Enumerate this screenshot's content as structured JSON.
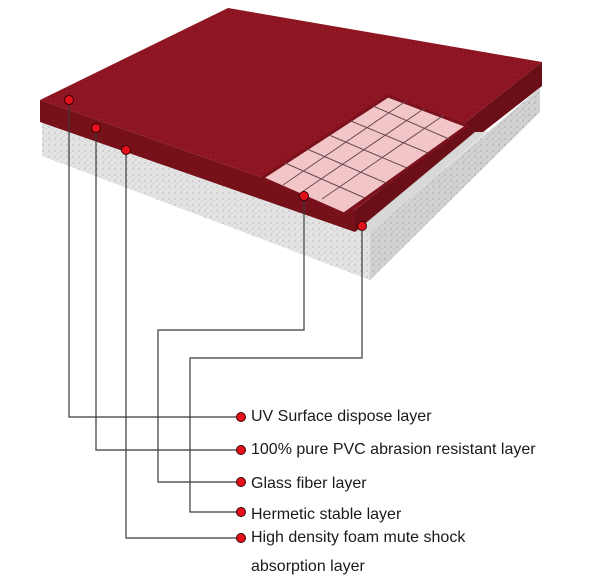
{
  "layers": [
    {
      "label": "UV Surface dispose layer"
    },
    {
      "label": "100% pure PVC abrasion resistant layer"
    },
    {
      "label": "Glass fiber layer"
    },
    {
      "label": "Hermetic stable layer"
    },
    {
      "label": "High density foam mute shock"
    }
  ],
  "label_continuation": "absorption layer",
  "colors": {
    "surface": "#8e1622",
    "surface_edge": "#761019",
    "foam": "#e3e3e3",
    "foam_dark": "#c9c9c9",
    "mesh": "#f2c6c9",
    "dot": "#e4101c",
    "line": "#3a3a3a"
  }
}
